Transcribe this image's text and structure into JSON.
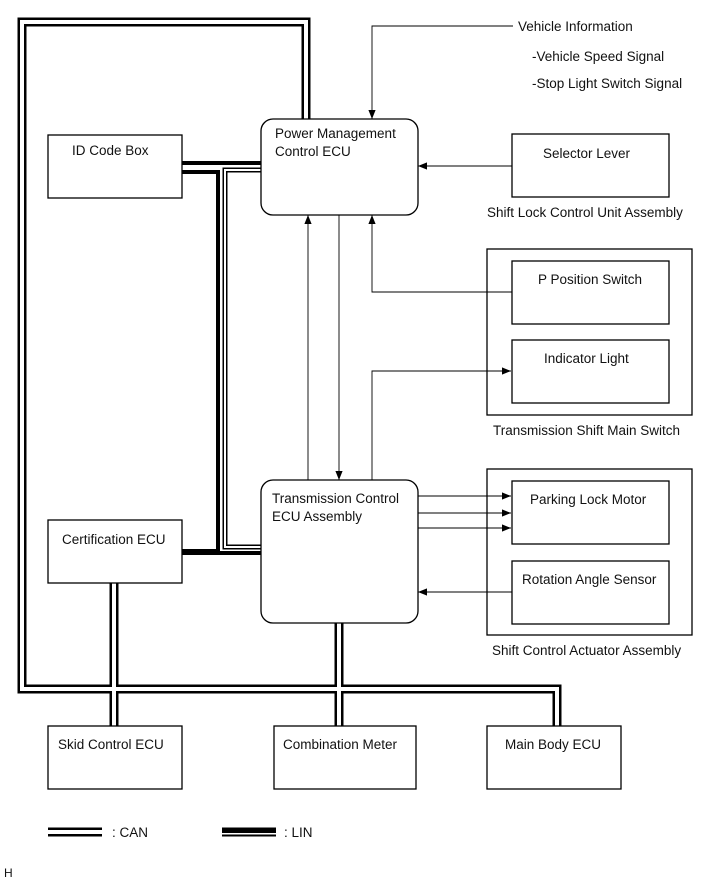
{
  "blocks": {
    "power_mgmt_ecu": {
      "line1": "Power Management",
      "line2": "Control ECU"
    },
    "id_code_box": "ID Code Box",
    "certification_ecu": "Certification ECU",
    "transmission_ecu": {
      "line1": "Transmission Control",
      "line2": "ECU Assembly"
    },
    "selector_lever": "Selector Lever",
    "p_position_switch": "P Position Switch",
    "indicator_light": "Indicator Light",
    "parking_lock_motor": "Parking Lock Motor",
    "rotation_angle_sensor": "Rotation Angle Sensor",
    "skid_control_ecu": "Skid Control ECU",
    "combination_meter": "Combination Meter",
    "main_body_ecu": "Main Body ECU"
  },
  "captions": {
    "shift_lock_unit": "Shift Lock Control Unit Assembly",
    "trans_shift_main_switch": "Transmission Shift Main Switch",
    "shift_control_actuator": "Shift Control Actuator Assembly"
  },
  "vehicle_info": {
    "title": "Vehicle Information",
    "item1": "-Vehicle Speed Signal",
    "item2": "-Stop Light Switch Signal"
  },
  "legend": {
    "can": ": CAN",
    "lin": ": LIN"
  },
  "corner_mark": "H"
}
